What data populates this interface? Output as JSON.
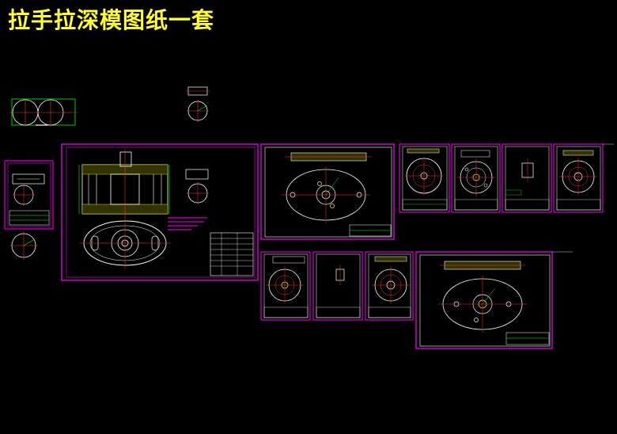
{
  "title": "拉手拉深模图纸一套",
  "colors": {
    "background": "#000000",
    "title": "#ffff33",
    "frame": "#ff00ff",
    "geometry": "#ffffff",
    "centerline": "#ff3333",
    "dimension": "#00ff00",
    "hatch": "#ffff00"
  },
  "sheets": [
    {
      "id": "assembly",
      "kind": "assembly"
    },
    {
      "id": "plate-large-1",
      "kind": "oval-plate"
    },
    {
      "id": "part-disk-1",
      "kind": "disk"
    },
    {
      "id": "part-disk-2",
      "kind": "disk"
    },
    {
      "id": "part-sleeve-1",
      "kind": "sleeve"
    },
    {
      "id": "part-disk-3",
      "kind": "disk"
    },
    {
      "id": "part-small-left",
      "kind": "small"
    },
    {
      "id": "part-disk-4",
      "kind": "disk"
    },
    {
      "id": "part-sleeve-2",
      "kind": "sleeve"
    },
    {
      "id": "part-disk-5",
      "kind": "disk"
    },
    {
      "id": "plate-large-2",
      "kind": "oval-plate"
    }
  ]
}
